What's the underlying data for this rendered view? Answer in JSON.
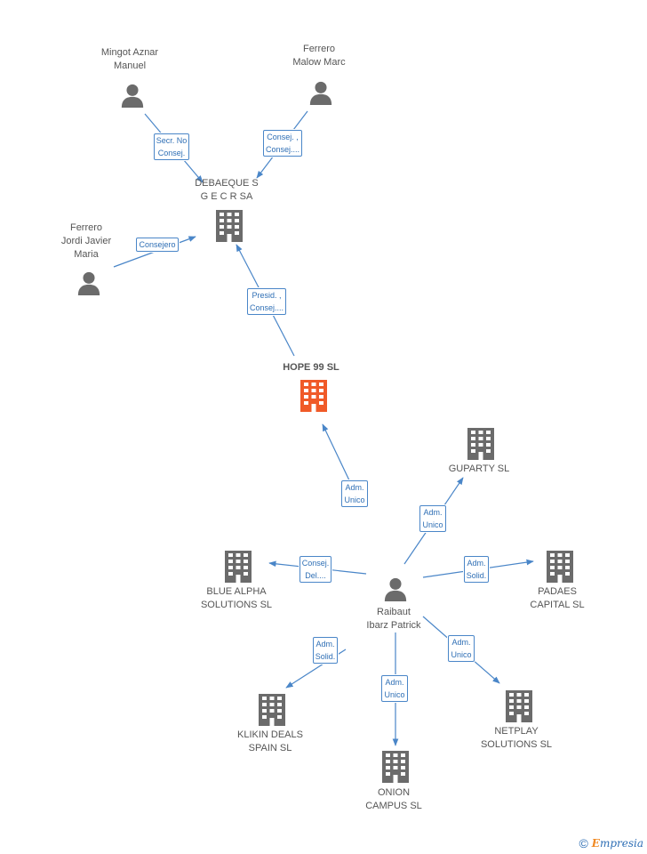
{
  "colors": {
    "edge": "#4a86c8",
    "node_gray": "#6b6b6b",
    "node_highlight": "#f05a28",
    "label_text": "#555555"
  },
  "nodes": {
    "mingot": {
      "label": "Mingot Aznar\nManuel",
      "kind": "person"
    },
    "ferrero_m": {
      "label": "Ferrero\nMalow Marc",
      "kind": "person"
    },
    "debaeque": {
      "label": "DEBAEQUE S\nG E C R SA",
      "kind": "company"
    },
    "ferrero_j": {
      "label": "Ferrero\nJordi Javier\nMaria",
      "kind": "person"
    },
    "hope": {
      "label": "HOPE 99 SL",
      "kind": "company-main"
    },
    "guparty": {
      "label": "GUPARTY SL",
      "kind": "company"
    },
    "bluealpha": {
      "label": "BLUE ALPHA\nSOLUTIONS SL",
      "kind": "company"
    },
    "raibaut": {
      "label": "Raibaut\nIbarz Patrick",
      "kind": "person"
    },
    "padaes": {
      "label": "PADAES\nCAPITAL SL",
      "kind": "company"
    },
    "klikin": {
      "label": "KLIKIN DEALS\nSPAIN SL",
      "kind": "company"
    },
    "netplay": {
      "label": "NETPLAY\nSOLUTIONS  SL",
      "kind": "company"
    },
    "onion": {
      "label": "ONION\nCAMPUS SL",
      "kind": "company"
    }
  },
  "edges": [
    {
      "from": "mingot",
      "to": "debaeque",
      "label": "Secr.  No\nConsej."
    },
    {
      "from": "ferrero_m",
      "to": "debaeque",
      "label": "Consej. ,\nConsej...."
    },
    {
      "from": "ferrero_j",
      "to": "debaeque",
      "label": "Consejero"
    },
    {
      "from": "hope",
      "to": "debaeque",
      "label": "Presid. ,\nConsej...."
    },
    {
      "from": "raibaut",
      "to": "hope",
      "label": "Adm.\nUnico"
    },
    {
      "from": "raibaut",
      "to": "guparty",
      "label": "Adm.\nUnico"
    },
    {
      "from": "raibaut",
      "to": "bluealpha",
      "label": "Consej.\nDel...."
    },
    {
      "from": "raibaut",
      "to": "padaes",
      "label": "Adm.\nSolid."
    },
    {
      "from": "raibaut",
      "to": "klikin",
      "label": "Adm.\nSolid."
    },
    {
      "from": "raibaut",
      "to": "netplay",
      "label": "Adm.\nUnico"
    },
    {
      "from": "raibaut",
      "to": "onion",
      "label": "Adm.\nUnico"
    }
  ],
  "footer": {
    "copyright": "©",
    "brand_initial": "E",
    "brand_rest": "mpresia"
  }
}
